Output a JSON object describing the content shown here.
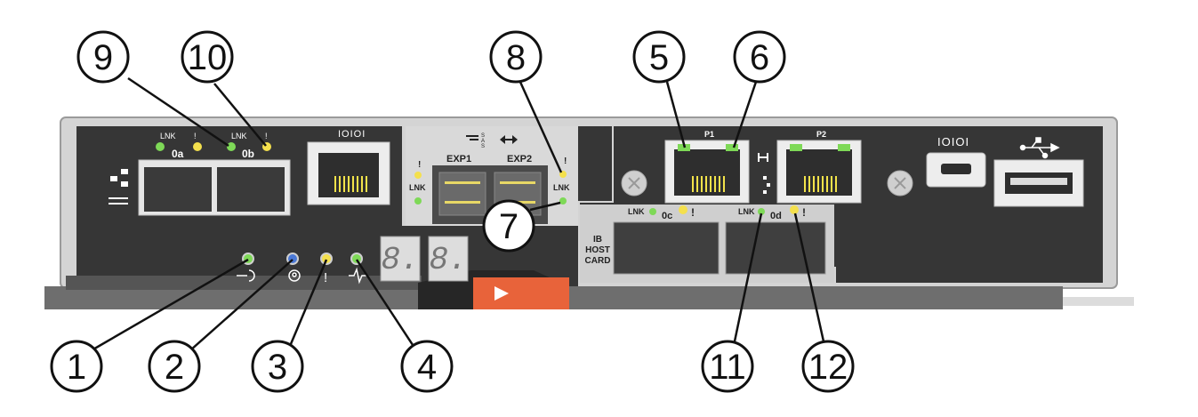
{
  "panel": {
    "port_0a": "0a",
    "port_0b": "0b",
    "port_0c": "0c",
    "port_0d": "0d",
    "lnk": "LNK",
    "warn": "!",
    "exp1": "EXP1",
    "exp2": "EXP2",
    "sas": "SAS",
    "p1": "P1",
    "p2": "P2",
    "serial_a": "IOIOI",
    "serial_b": "IOIOI",
    "ib_host_card": [
      "IB",
      "HOST",
      "CARD"
    ],
    "seven_seg": [
      "8.",
      "8."
    ]
  },
  "callouts": [
    "1",
    "2",
    "3",
    "4",
    "5",
    "6",
    "7",
    "8",
    "9",
    "10",
    "11",
    "12"
  ],
  "colors": {
    "led_green": "#7ed957",
    "led_yellow": "#f4e04d",
    "led_blue": "#4a78d6",
    "latch_orange": "#e8633a",
    "panel_dark": "#333333",
    "panel_gray": "#cfcfcf"
  }
}
